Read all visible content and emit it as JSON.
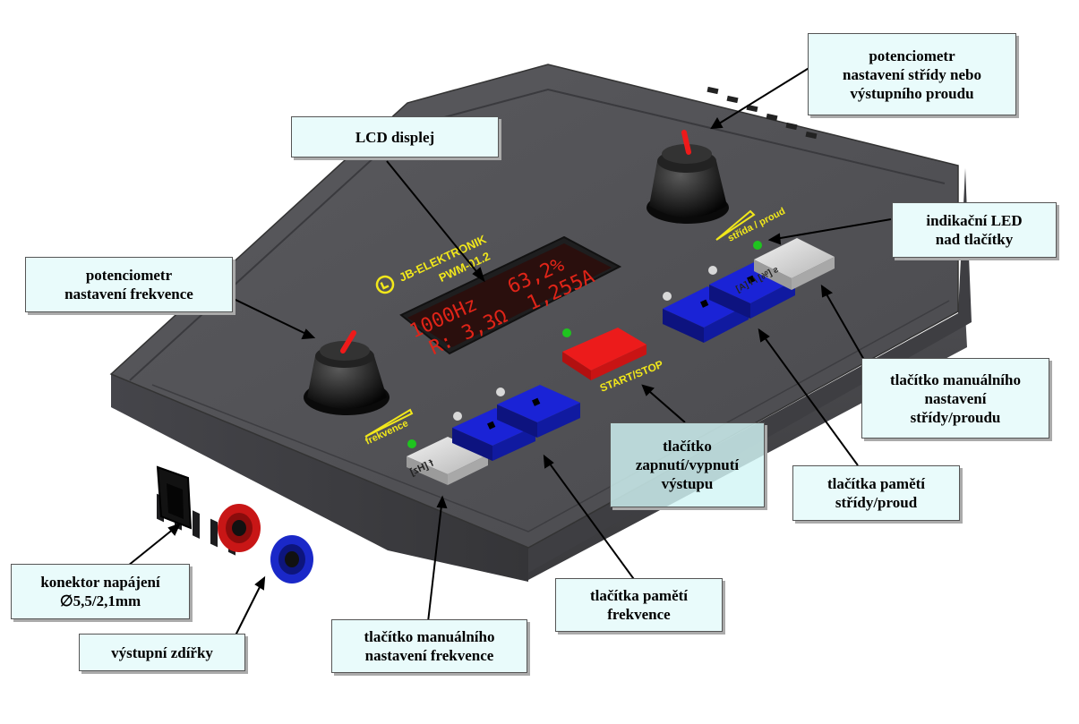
{
  "device": {
    "brand": "JB-ELEKTRONIK",
    "model": "PWM-01.2",
    "lcd": {
      "line1_left": "1000Hz",
      "line1_right": "63,2%",
      "line2_left": "R: 3,3Ω",
      "line2_right": "1,255A"
    },
    "frequency_label": "frekvence",
    "duty_label": "střída / proud",
    "start_stop_label": "START/STOP",
    "freq_key_label": "f [Hz]",
    "duty_key_label": "s [%] / I [A]"
  },
  "callouts": {
    "lcd": [
      "LCD displej"
    ],
    "pot_duty": [
      "potenciometr",
      "nastavení střídy nebo",
      "výstupního proudu"
    ],
    "pot_freq": [
      "potenciometr",
      "nastavení frekvence"
    ],
    "led": [
      "indikační LED",
      "nad tlačítky"
    ],
    "manual_duty": [
      "tlačítko manuálního",
      "nastavení",
      "střídy/proudu"
    ],
    "start_stop": [
      "tlačítko",
      "zapnutí/vypnutí",
      "výstupu"
    ],
    "mem_duty": [
      "tlačítka pamětí",
      "střídy/proud"
    ],
    "power": [
      "konektor napájení",
      "∅5,5/2,1mm"
    ],
    "mem_freq": [
      "tlačítka pamětí",
      "frekvence"
    ],
    "jacks": [
      "výstupní zdířky"
    ],
    "manual_freq": [
      "tlačítko manuálního",
      "nastavení frekvence"
    ]
  },
  "colors": {
    "body": "#505054",
    "label_yellow": "#f2e81b",
    "lcd_red": "#e02418",
    "memory_key": "#1a23d6",
    "start_key": "#ec1b1b",
    "callout_bg": "#e9fbfb"
  }
}
